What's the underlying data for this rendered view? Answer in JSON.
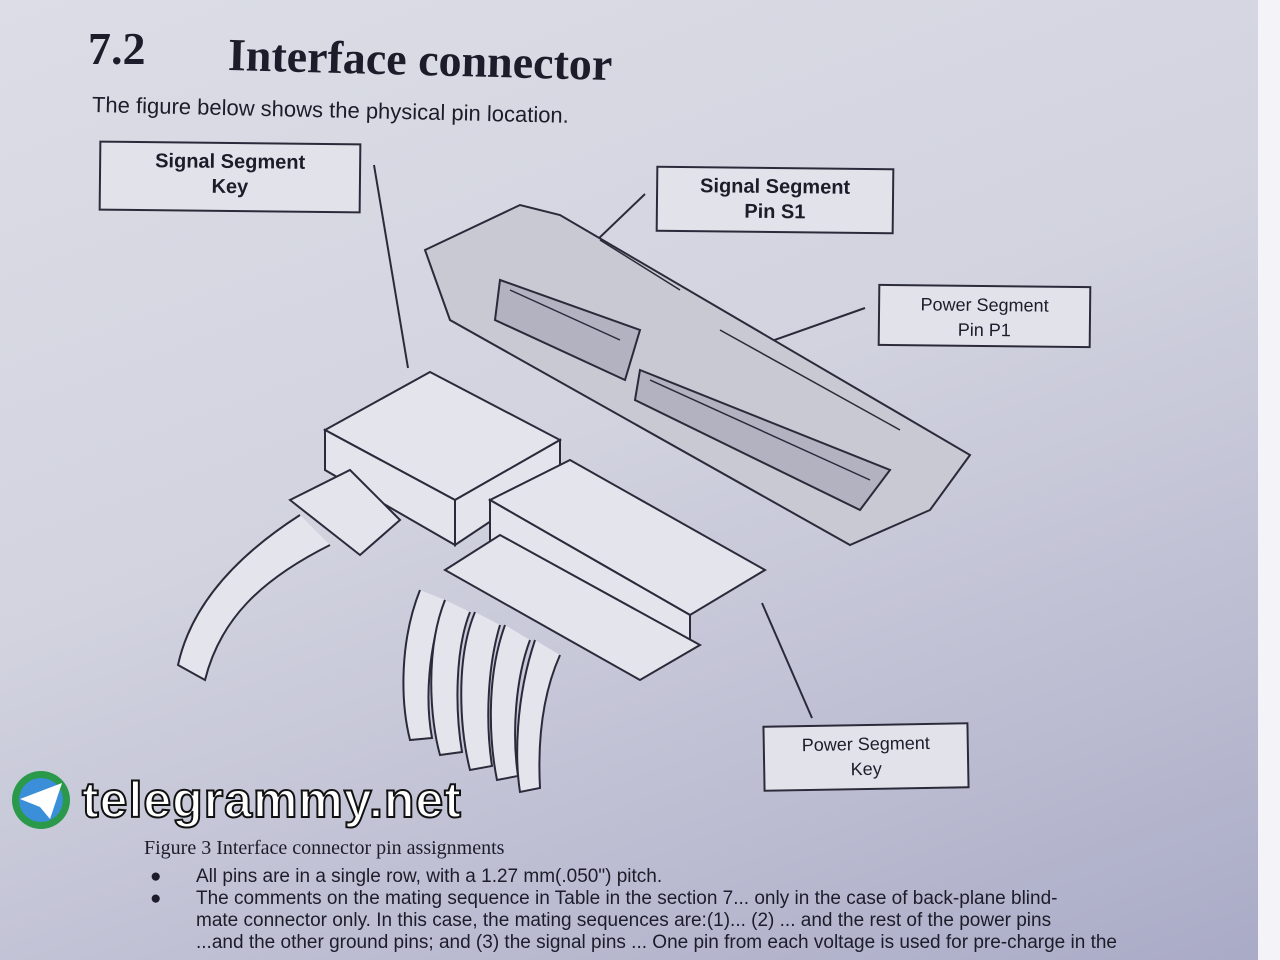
{
  "section": {
    "number": "7.2",
    "title": "Interface connector"
  },
  "intro": "The figure below shows the physical pin location.",
  "labels": {
    "signal_key": [
      "Signal Segment",
      "Key"
    ],
    "signal_pin": [
      "Signal Segment",
      "Pin S1"
    ],
    "power_pin": [
      "Power Segment",
      "Pin P1"
    ],
    "power_key": [
      "Power Segment",
      "Key"
    ]
  },
  "caption": "Figure 3 Interface connector pin assignments",
  "bullets": [
    "All pins are in a single row, with a 1.27 mm(.050\") pitch.",
    "The comments on the mating sequence in Table in the section 7... only in the case of back-plane blind-",
    "mate connector only. In this case, the mating sequences are:(1)... (2) ... and the rest of the power pins",
    "...and the other ground pins; and (3) the signal pins ... One pin from each voltage is used for pre-charge in the"
  ],
  "bullet_marker": "●",
  "watermark": "telegrammy.net"
}
